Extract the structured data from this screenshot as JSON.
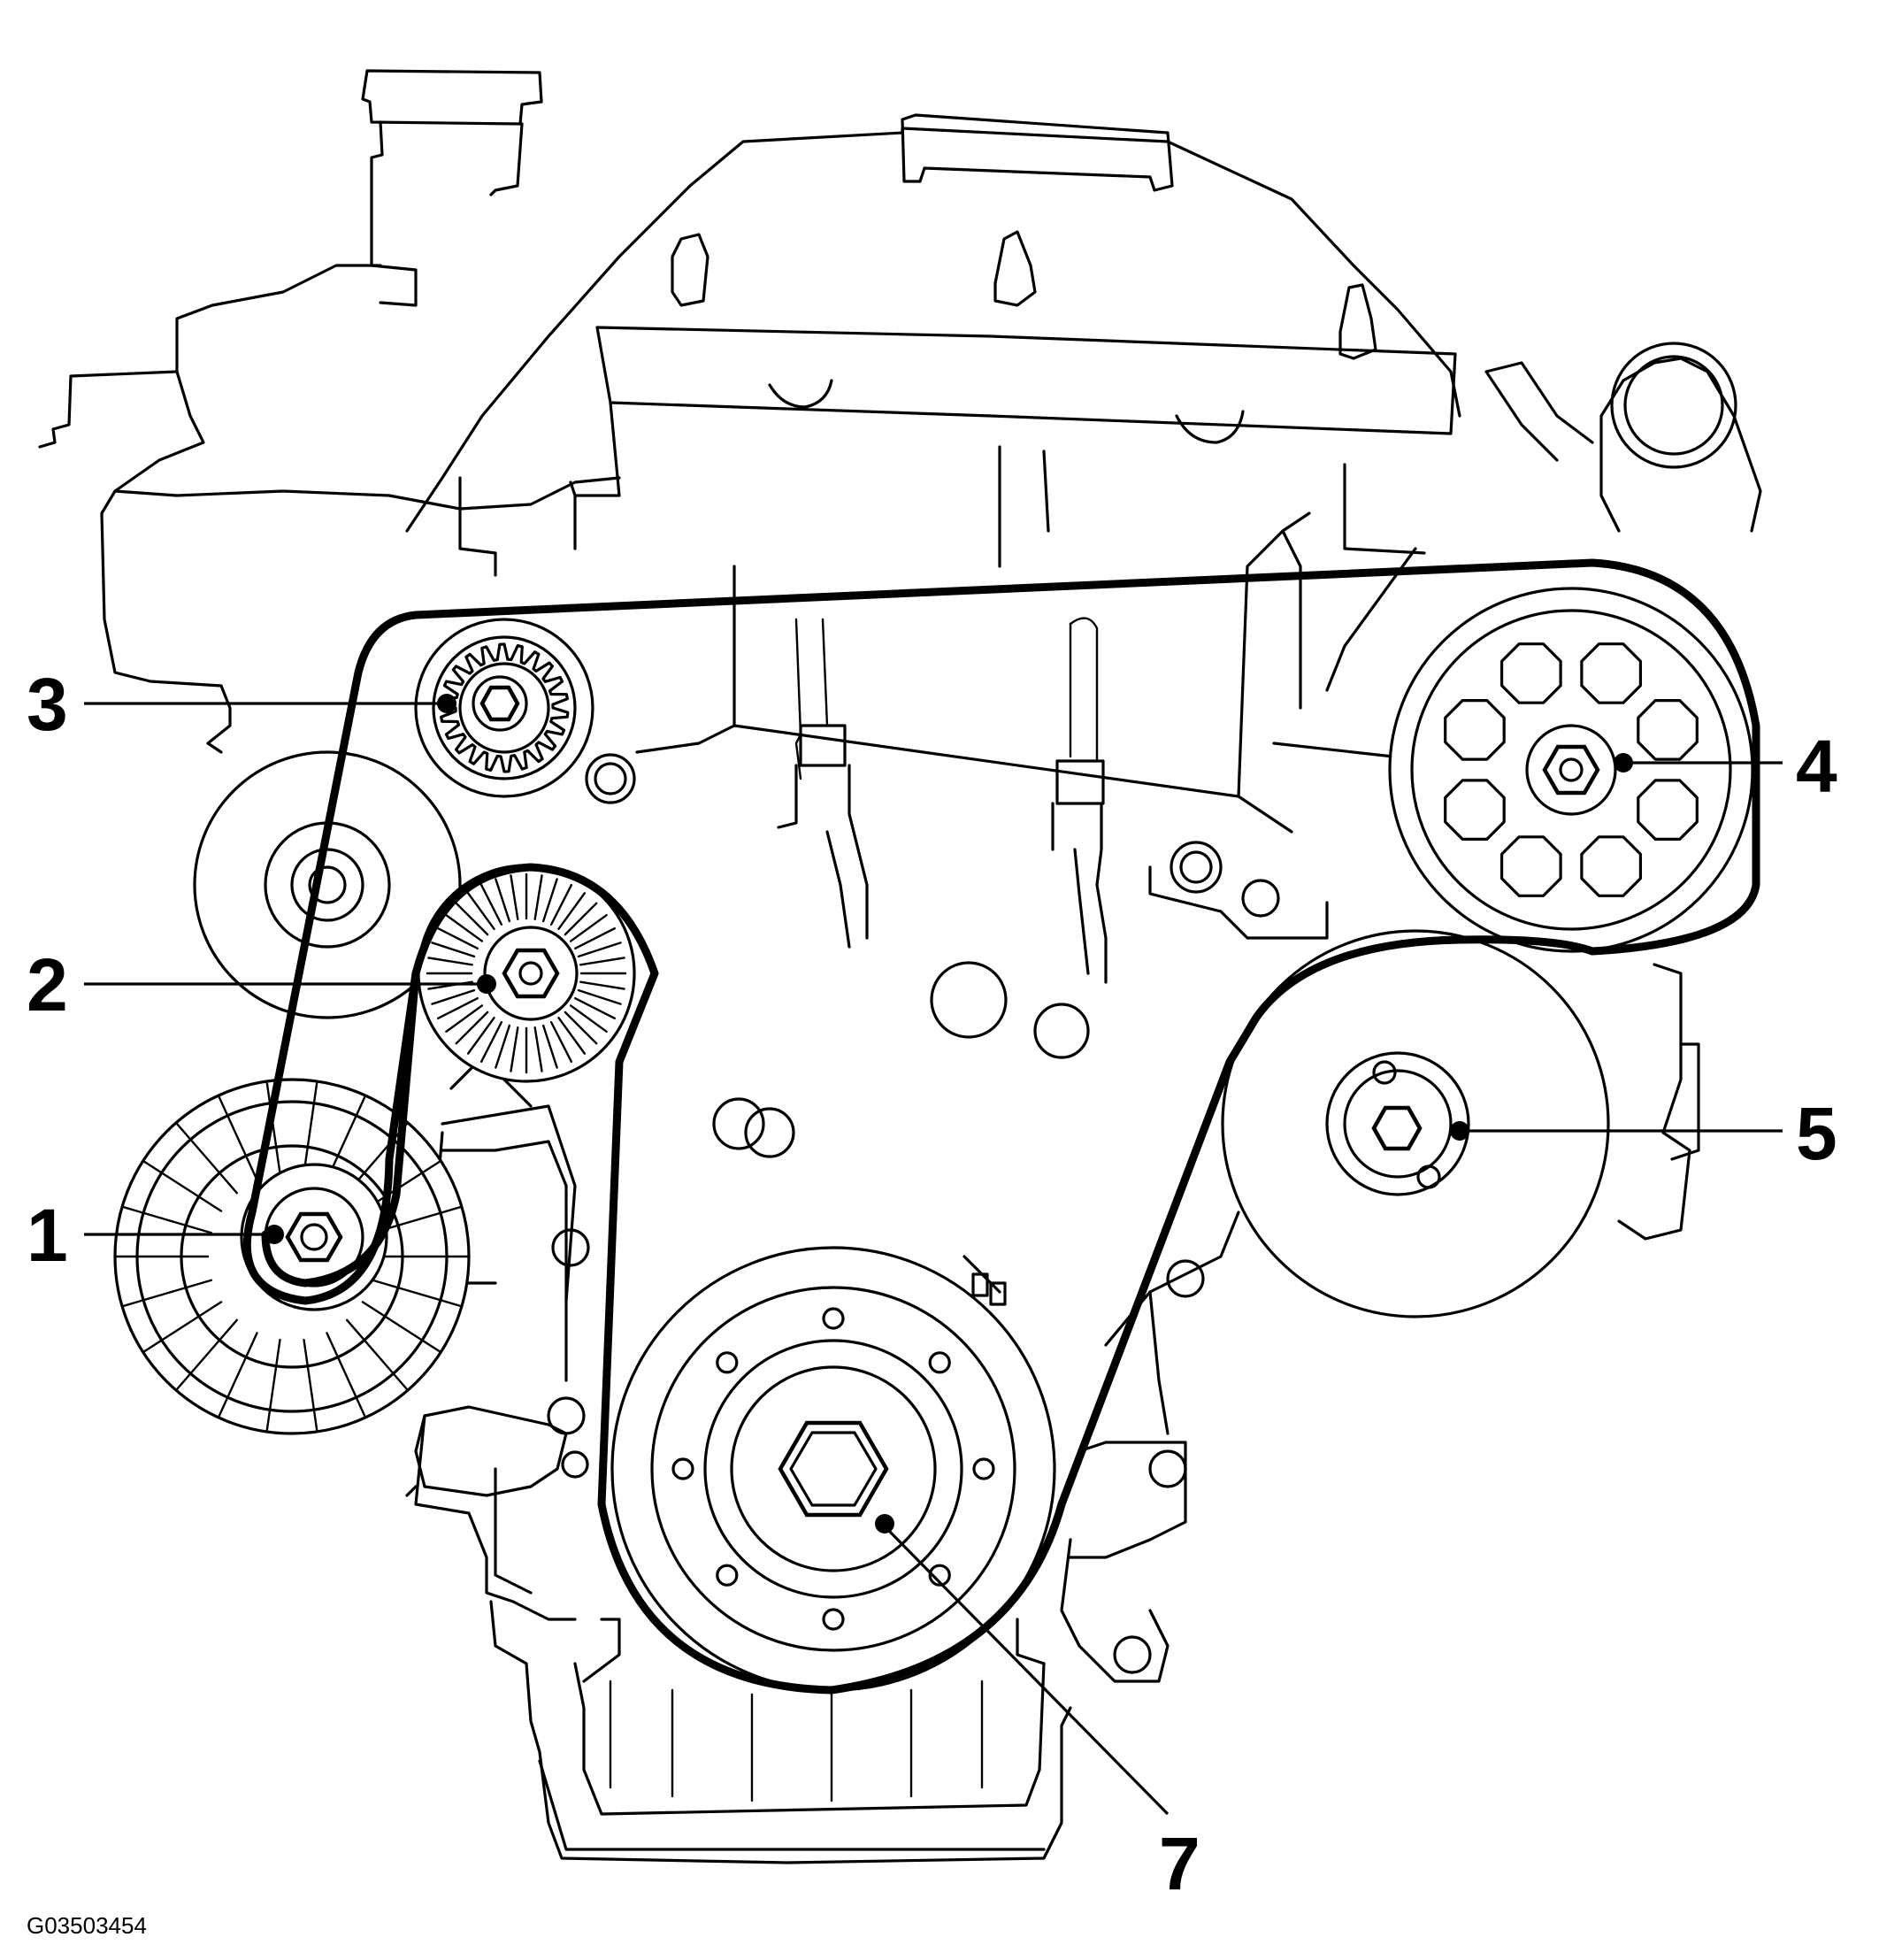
{
  "callouts": [
    {
      "id": "1",
      "label": "1"
    },
    {
      "id": "2",
      "label": "2"
    },
    {
      "id": "3",
      "label": "3"
    },
    {
      "id": "4",
      "label": "4"
    },
    {
      "id": "5",
      "label": "5"
    },
    {
      "id": "7",
      "label": "7"
    }
  ],
  "figure_code": "G03503454",
  "colors": {
    "line": "#000000",
    "background": "#ffffff"
  }
}
